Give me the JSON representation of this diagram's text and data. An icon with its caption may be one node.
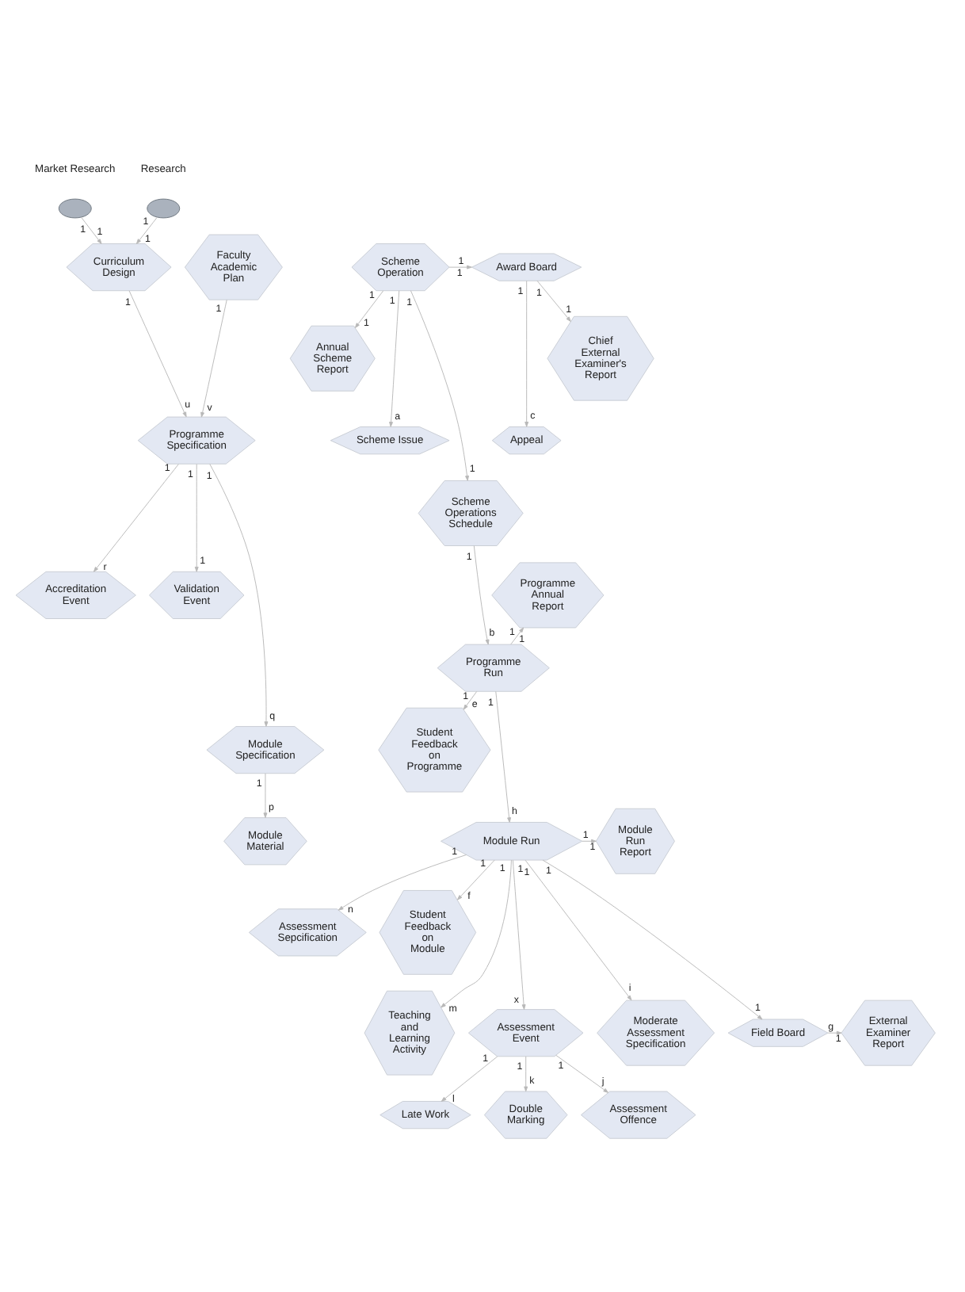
{
  "diagram": {
    "nodes": [
      {
        "text": [
          "Market Research"
        ]
      },
      {
        "text": [
          "Research"
        ]
      },
      {
        "text": [
          "Curriculum Design"
        ]
      },
      {
        "text": [
          "Faculty Academic Plan"
        ]
      },
      {
        "text": [
          "Scheme Operation"
        ]
      },
      {
        "text": [
          "Annual Scheme Report"
        ]
      },
      {
        "text": [
          "Award Board"
        ]
      },
      {
        "text": [
          "Appeal"
        ]
      },
      {
        "text": [
          "Chief External Examiner's Report"
        ]
      },
      {
        "text": [
          "Scheme Issue"
        ]
      },
      {
        "text": [
          "Programme Specification"
        ]
      },
      {
        "text": [
          "Accreditation Event"
        ]
      },
      {
        "text": [
          "Validation Event"
        ]
      },
      {
        "text": [
          "Module Specification"
        ]
      },
      {
        "text": [
          "Module Material"
        ]
      },
      {
        "text": [
          "Scheme Operations Schedule"
        ]
      },
      {
        "text": [
          "Programme Annual Report"
        ]
      },
      {
        "text": [
          "Programme Run"
        ]
      },
      {
        "text": [
          "Student Feedback on Programme"
        ]
      },
      {
        "text": [
          "Module Run"
        ]
      },
      {
        "text": [
          "Module Run Report"
        ]
      },
      {
        "text": [
          "Assessment Sepcification"
        ]
      },
      {
        "text": [
          "Student Feedback on Module"
        ]
      },
      {
        "text": [
          "Teaching and Learning Activity"
        ]
      },
      {
        "text": [
          "Assessment Event"
        ]
      },
      {
        "text": [
          "Moderate Assessment Specification"
        ]
      },
      {
        "text": [
          "Field Board"
        ]
      },
      {
        "text": [
          "External Examiner Report"
        ]
      },
      {
        "text": [
          "Late Work"
        ]
      },
      {
        "text": [
          "Double Marking"
        ]
      },
      {
        "text": [
          "Assessment Offence"
        ]
      }
    ],
    "edges": [
      {
        "from": 0,
        "to": 2,
        "arrow": "to"
      },
      {
        "from": 1,
        "to": 2,
        "arrow": "to"
      },
      {
        "from": 2,
        "to": 10,
        "arrow": "to"
      },
      {
        "from": 3,
        "to": 10,
        "arrow": "to"
      },
      {
        "from": 4,
        "to": 5,
        "arrow": "to"
      },
      {
        "from": 4,
        "to": 6,
        "arrow": "to"
      },
      {
        "from": 6,
        "to": 7,
        "arrow": "to"
      },
      {
        "from": 6,
        "to": 8,
        "arrow": "to"
      },
      {
        "from": 4,
        "to": 9,
        "arrow": "to"
      },
      {
        "from": 4,
        "to": 15,
        "arrow": "to"
      },
      {
        "from": 10,
        "to": 11,
        "arrow": "to"
      },
      {
        "from": 10,
        "to": 12,
        "arrow": "to"
      },
      {
        "from": 10,
        "to": 13,
        "arrow": "to"
      },
      {
        "from": 13,
        "to": 14,
        "arrow": "to"
      },
      {
        "from": 15,
        "to": 17,
        "arrow": "to"
      },
      {
        "from": 17,
        "to": 16,
        "arrow": "to"
      },
      {
        "from": 17,
        "to": 18,
        "arrow": "to"
      },
      {
        "from": 17,
        "to": 19,
        "arrow": "to"
      },
      {
        "from": 19,
        "to": 20,
        "arrow": "to"
      },
      {
        "from": 19,
        "to": 21,
        "arrow": "to"
      },
      {
        "from": 19,
        "to": 23,
        "arrow": "to"
      },
      {
        "from": 19,
        "to": 24,
        "arrow": "to"
      },
      {
        "from": 19,
        "to": 25,
        "arrow": "to"
      },
      {
        "from": 19,
        "to": 26,
        "arrow": "to"
      },
      {
        "from": 19,
        "to": 22,
        "arrow": "to"
      },
      {
        "from": 26,
        "to": 27,
        "arrow": "to"
      },
      {
        "from": 24,
        "to": 28,
        "arrow": "to"
      },
      {
        "from": 24,
        "to": 29,
        "arrow": "to"
      },
      {
        "from": 24,
        "to": 30,
        "arrow": "to"
      }
    ],
    "labels": [
      "1",
      "1",
      "1",
      "1",
      "1",
      "u",
      "1",
      "v",
      "1",
      "1",
      "1",
      "1",
      "1",
      "c",
      "1",
      "1",
      "1",
      "a",
      "1",
      "1",
      "1",
      "r",
      "1",
      "1",
      "1",
      "q",
      "1",
      "p",
      "1",
      "b",
      "1",
      "1",
      "1",
      "e",
      "1",
      "h",
      "1",
      "1",
      "1",
      "n",
      "1",
      "m",
      "1",
      "x",
      "1",
      "i",
      "1",
      "1",
      "1",
      "f",
      "1",
      "g",
      "1",
      "l",
      "1",
      "k",
      "1",
      "j"
    ]
  }
}
